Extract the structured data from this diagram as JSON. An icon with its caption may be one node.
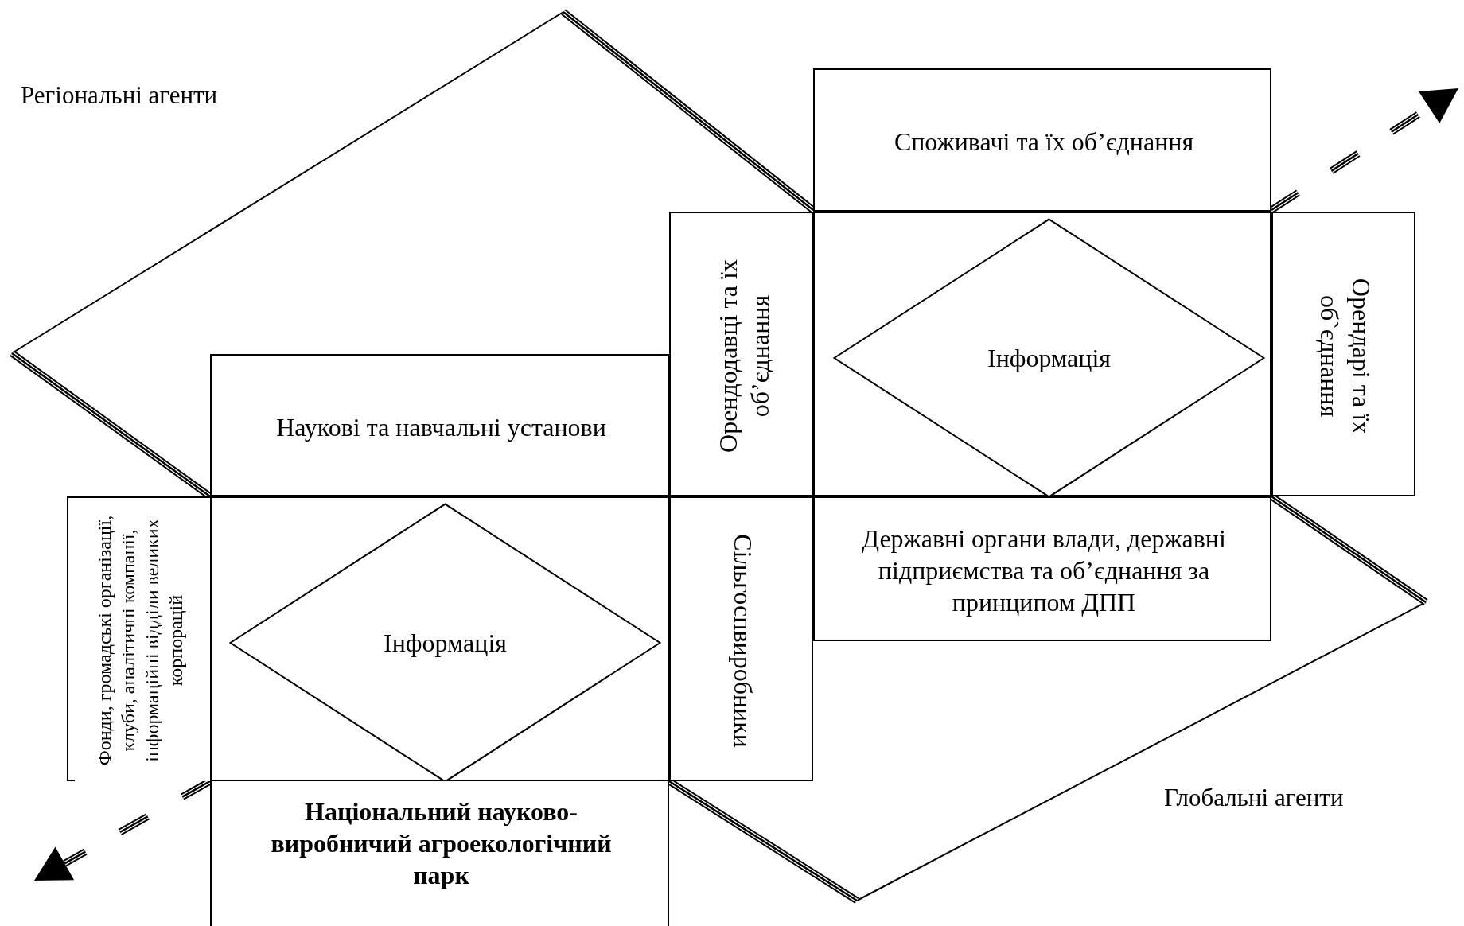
{
  "diagram": {
    "nodes": [
      {
        "text": [
          "Споживачі та їх об’єднання"
        ]
      },
      {
        "text": [
          "Орендодавці та їх об’єднання"
        ]
      },
      {
        "text": [],
        "shape": "box"
      },
      {
        "text": [
          "Інформація"
        ],
        "in": 2
      },
      {
        "text": [
          "Орендарі та їх об`єднання"
        ]
      },
      {
        "text": [
          "Наукові та навчальні установи"
        ]
      },
      {
        "text": [
          "Державні органи влади, державні підприємства та об’єднання за принципом ДПП"
        ]
      },
      {
        "text": [
          "Фонди, громадські організації, клуби, аналітичні компанії, інформаційні відділи великих корпорацій"
        ]
      },
      {
        "text": [],
        "shape": "box"
      },
      {
        "text": [
          "Інформація"
        ],
        "in": 8
      },
      {
        "text": [
          "Сільгоспвиробники"
        ]
      },
      {
        "text": [
          "Національний науково-виробничий агроекологічний парк"
        ]
      }
    ],
    "labels": [
      "Регіональні агенти",
      "Глобальні агенти"
    ]
  }
}
